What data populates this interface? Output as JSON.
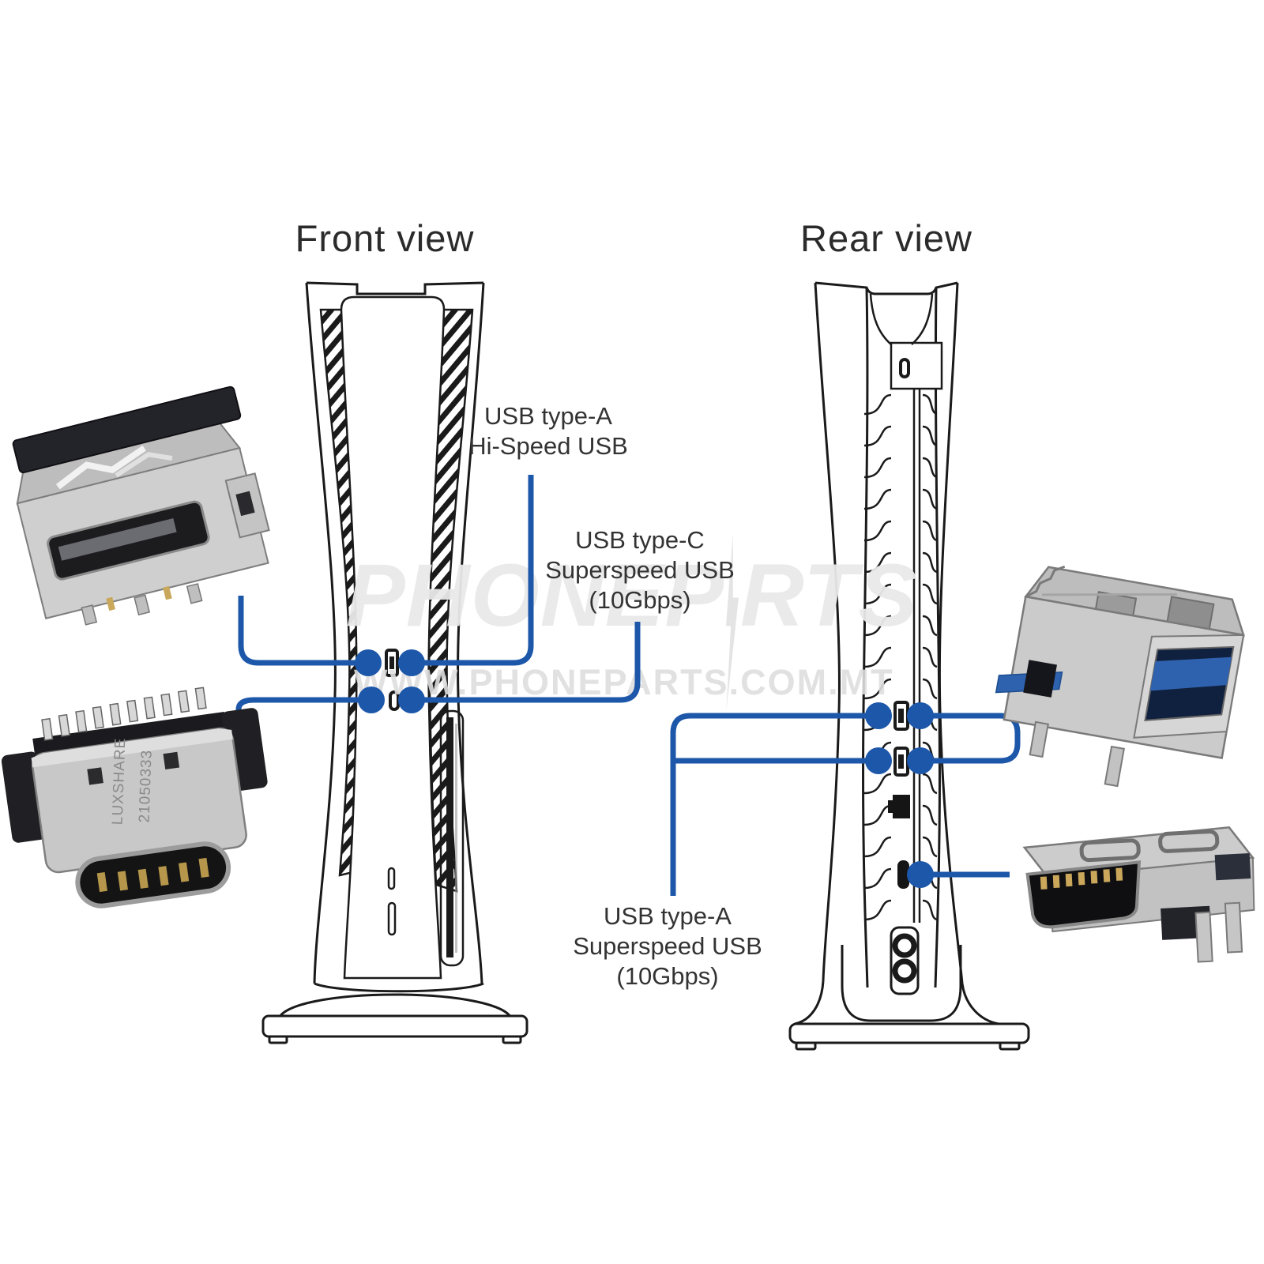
{
  "titles": {
    "front": "Front view",
    "rear": "Rear view"
  },
  "labels": {
    "front_usb_a": {
      "lines": [
        "USB type-A",
        "Hi-Speed USB"
      ]
    },
    "front_usb_c": {
      "lines": [
        "USB type-C",
        "Superspeed USB",
        "(10Gbps)"
      ]
    },
    "rear_usb_a": {
      "lines": [
        "USB type-A",
        "Superspeed USB",
        "(10Gbps)"
      ]
    }
  },
  "watermark": {
    "brand_full": "PHONEPARTS",
    "brand_left": "PHONEP",
    "brand_right": "RTS",
    "url": "WWW.PHONEPARTS.COM.MT"
  },
  "connector_marking": {
    "brand": "LUXSHARE",
    "number": "21050333"
  },
  "colors": {
    "accent_blue": "#1d57a9",
    "usb3_tongue_blue": "#2f62ae",
    "line_art": "#1a1a1a",
    "label_text": "#333333",
    "watermark_gray": "#e9e9e9",
    "gold_contacts": "#c9a85c"
  }
}
